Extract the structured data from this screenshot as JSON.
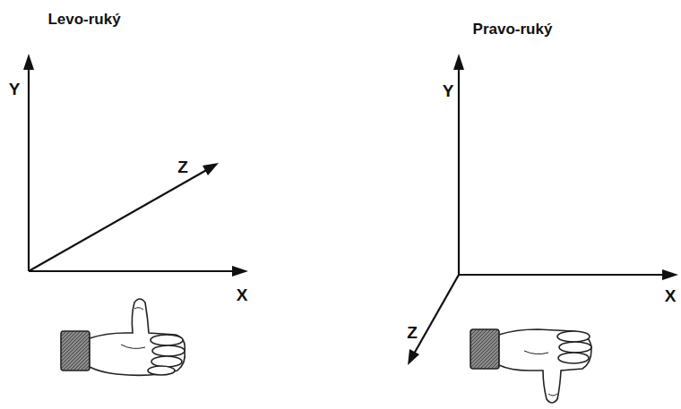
{
  "diagram": {
    "labels": [
      "Levo-ruký",
      "Y",
      "Z",
      "X",
      "Pravo-ruký",
      "Y",
      "X",
      "Z"
    ]
  }
}
